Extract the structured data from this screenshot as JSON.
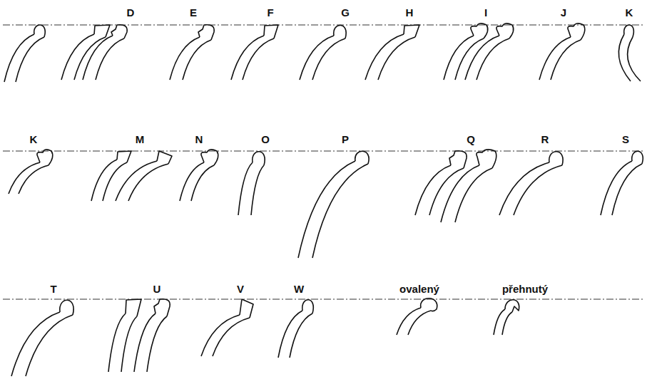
{
  "diagram": {
    "labels": [
      "D",
      "E",
      "F",
      "G",
      "H",
      "I",
      "J",
      "K",
      "K",
      "M",
      "N",
      "O",
      "P",
      "Q",
      "R",
      "S",
      "T",
      "U",
      "V",
      "W",
      "ovalený",
      "přehnutý"
    ]
  }
}
